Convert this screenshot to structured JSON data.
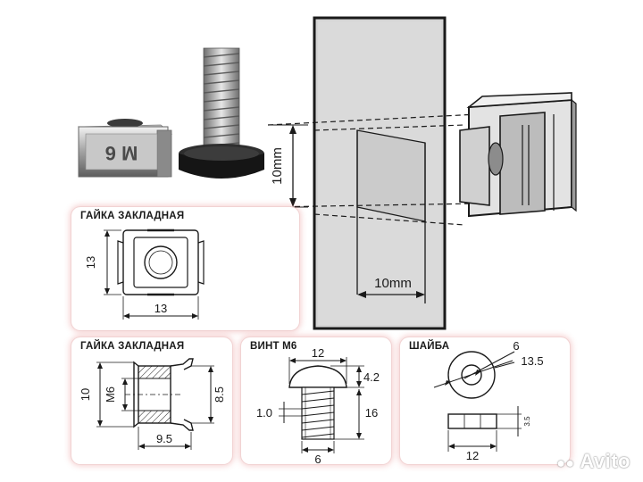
{
  "panels": {
    "nut_front": {
      "title": "ГАЙКА ЗАКЛАДНАЯ",
      "height_dim": "13",
      "width_dim": "13"
    },
    "nut_side": {
      "title": "ГАЙКА ЗАКЛАДНАЯ",
      "height_dim": "10",
      "thread_dim": "M6",
      "inner_dim": "8.5",
      "width_dim": "9.5"
    },
    "screw": {
      "title": "ВИНТ М6",
      "head_width_dim": "12",
      "head_height_dim": "4.2",
      "gap_dim": "1.0",
      "length_dim": "16",
      "shank_dim": "6"
    },
    "washer": {
      "title": "ШАЙБА",
      "inner_dim": "6",
      "outer_dim": "13.5",
      "thickness_dim": "3.5",
      "width_dim": "12"
    }
  },
  "main_diagram": {
    "hole_height_label": "10mm",
    "hole_width_label": "10mm"
  },
  "photo": {
    "nut_marking": "M 6"
  },
  "watermark": "Avito",
  "colors": {
    "dim_line": "#1a1a1a",
    "panel_glow": "#e05050",
    "rail": "#d4d4d4"
  }
}
